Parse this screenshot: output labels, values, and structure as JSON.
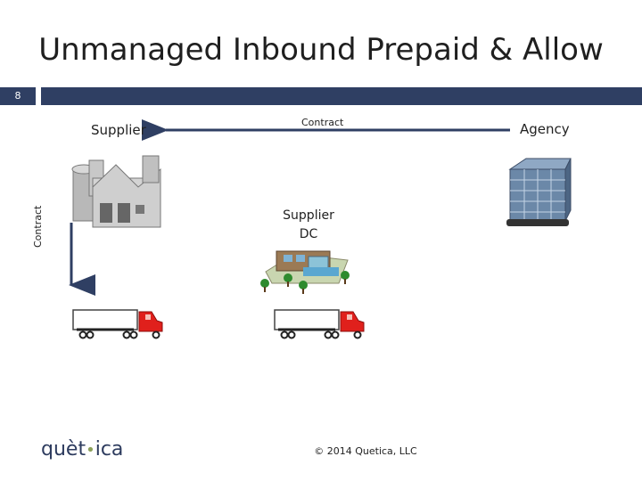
{
  "slide": {
    "title": "Unmanaged Inbound Prepaid & Allow",
    "number": "8"
  },
  "diagram": {
    "supplier_label": "Supplier",
    "agency_label": "Agency",
    "contract_top_label": "Contract",
    "contract_side_label": "Contract",
    "supplier_dc_label_line1": "Supplier",
    "supplier_dc_label_line2": "DC"
  },
  "footer": {
    "logo_part1": "quèt",
    "logo_dot": "•",
    "logo_part2": "ica",
    "copyright": "© 2014 Quetica, LLC"
  },
  "colors": {
    "bar": "#2f3f63",
    "truck_cab": "#e0201c",
    "logo_accent": "#8ca05a"
  }
}
